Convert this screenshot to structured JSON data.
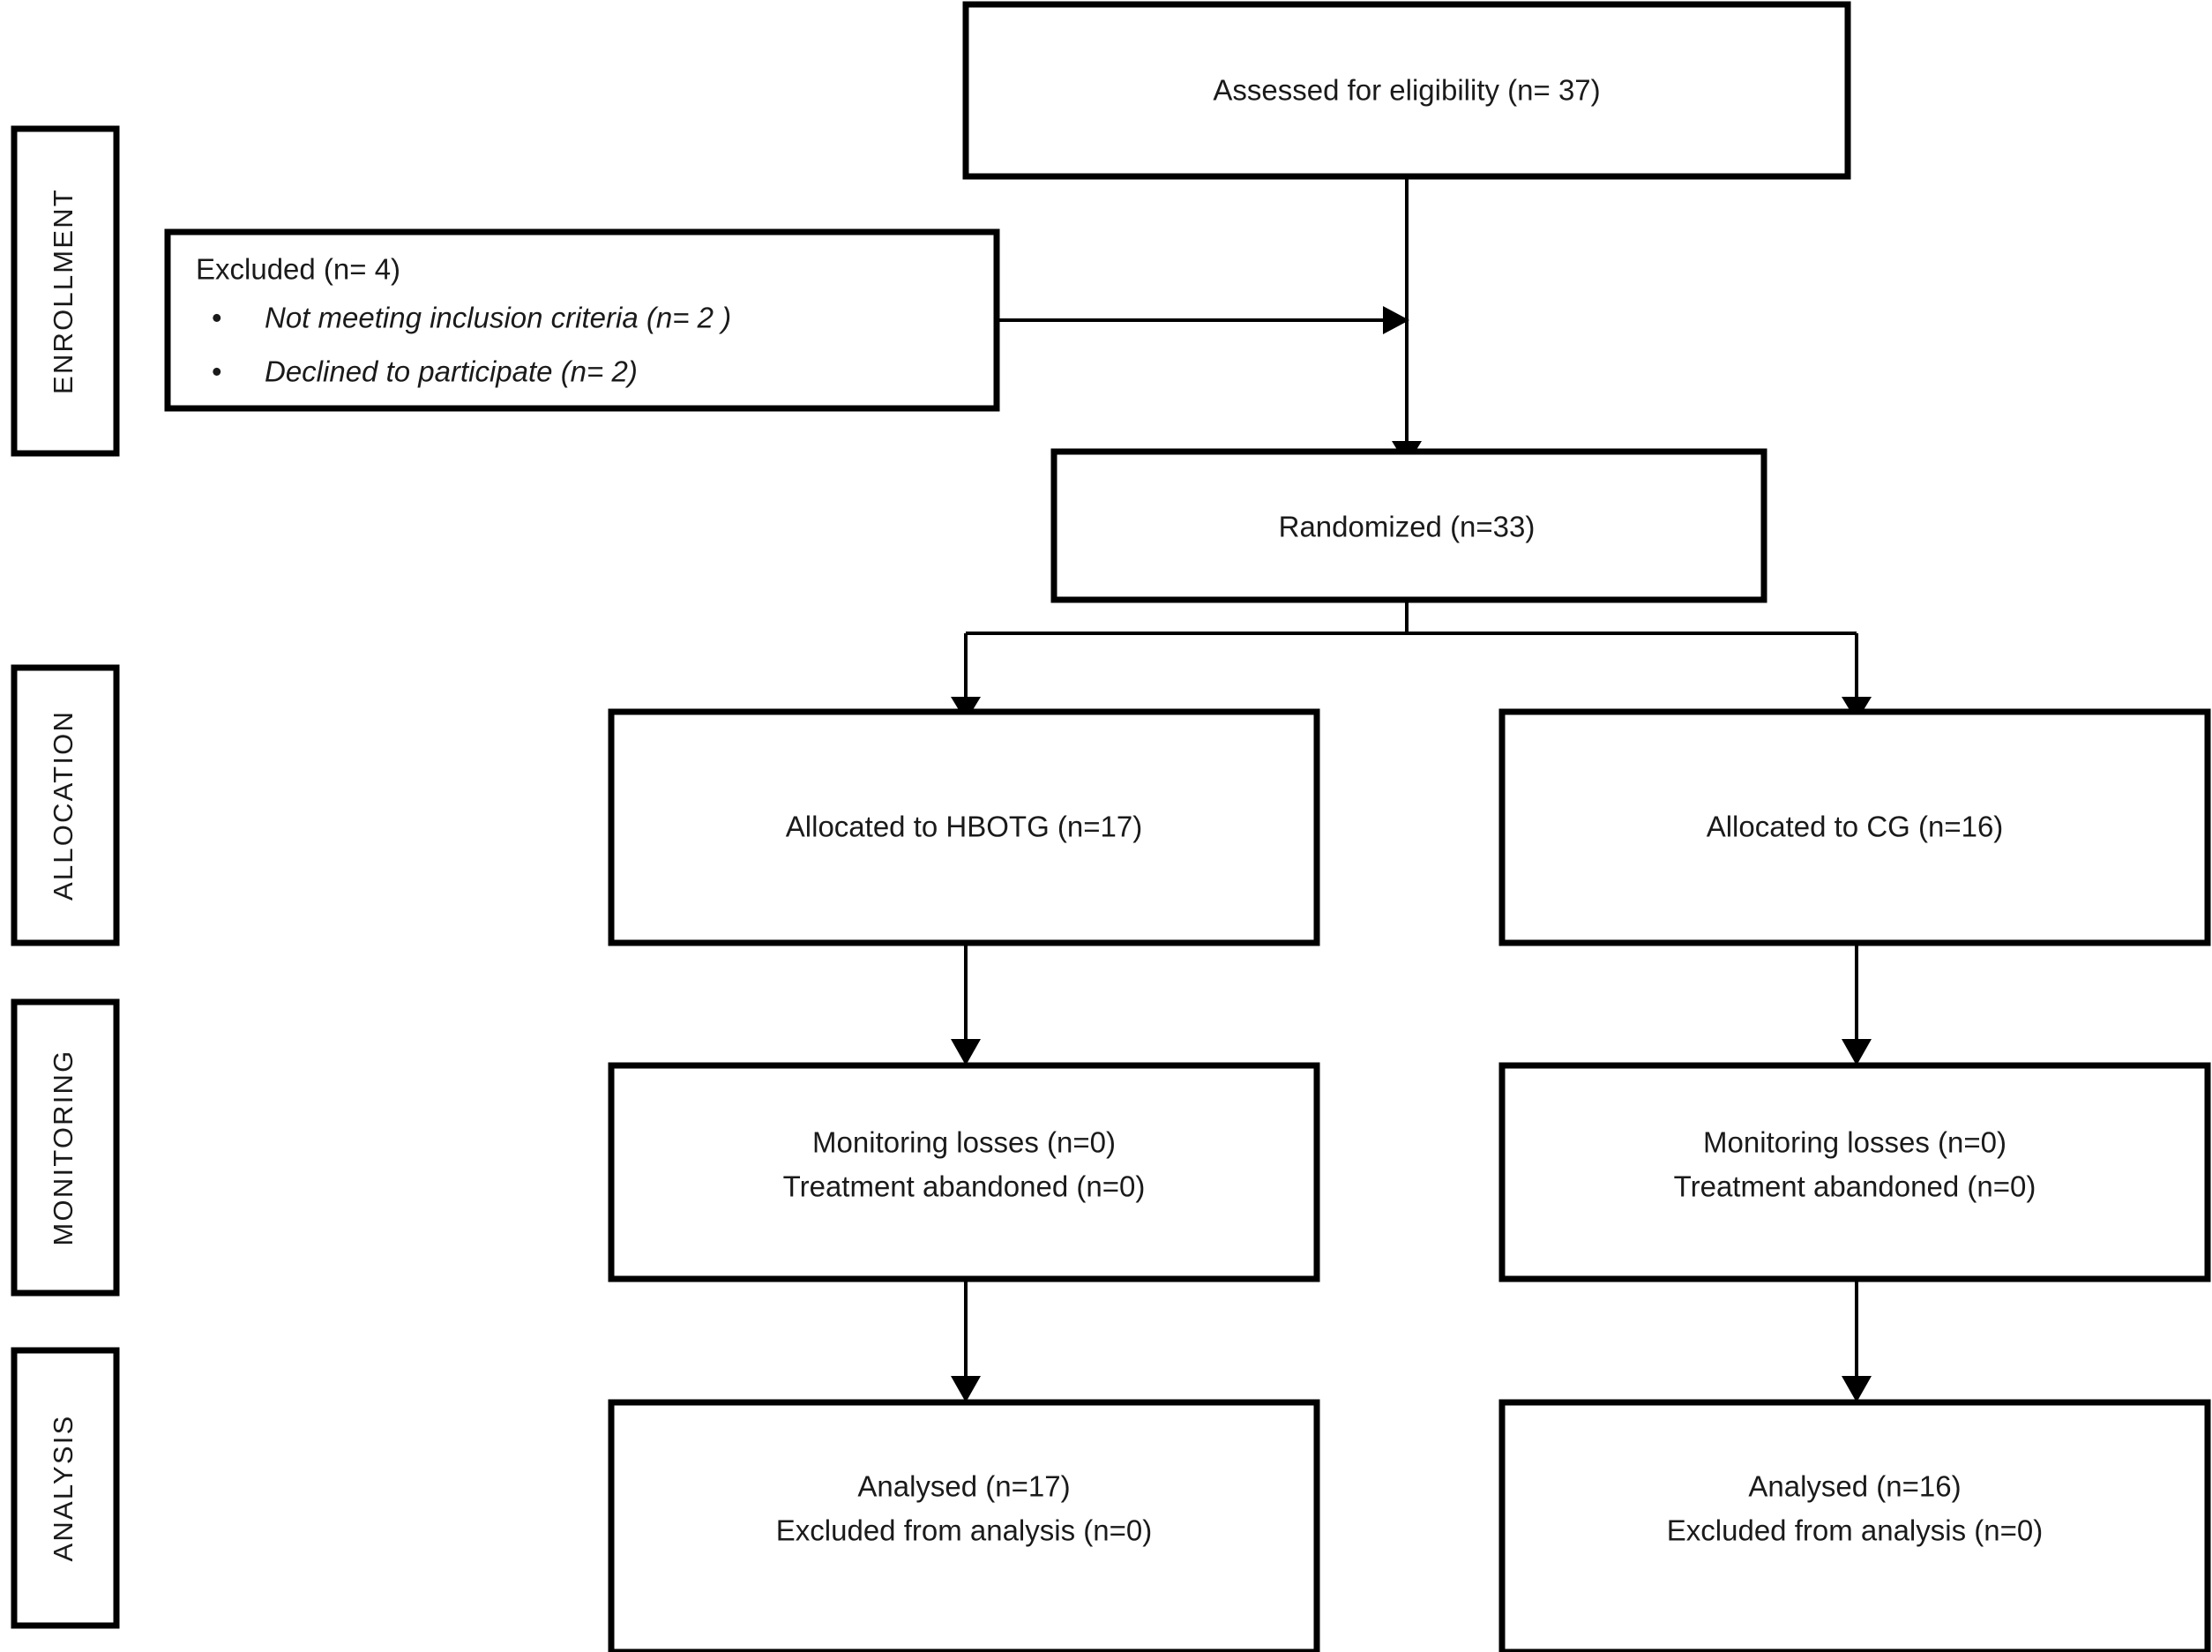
{
  "diagram": {
    "type": "consort-flow-diagram",
    "stage_labels": [
      {
        "id": "enrollment",
        "text": "ENROLLMENT"
      },
      {
        "id": "allocation",
        "text": "ALLOCATION"
      },
      {
        "id": "monitoring",
        "text": "MONITORING"
      },
      {
        "id": "analysis",
        "text": "ANALYSIS"
      }
    ],
    "nodes": {
      "assessed": {
        "line1": "Assessed  for eligibility (n= 37)"
      },
      "excluded": {
        "title": "Excluded   (n= 4)",
        "bullet_marker": "•",
        "bullets": [
          "Not meeting inclusion criteria (n= 2 )",
          "Declined to participate (n= 2)"
        ]
      },
      "randomized": {
        "line1": "Randomized  (n=33)"
      },
      "allocated_left": {
        "line1": "Allocated  to HBOTG (n=17)"
      },
      "allocated_right": {
        "line1": "Allocated  to CG (n=16)"
      },
      "monitoring_left": {
        "line1": "Monitoring losses (n=0)",
        "line2": "Treatment abandoned (n=0)"
      },
      "monitoring_right": {
        "line1": "Monitoring losses (n=0)",
        "line2": "Treatment abandoned (n=0)"
      },
      "analysis_left": {
        "line1": "Analysed (n=17)",
        "line2": "Excluded from analysis (n=0)"
      },
      "analysis_right": {
        "line1": "Analysed (n=16)",
        "line2": "Excluded from analysis (n=0)"
      }
    },
    "colors": {
      "box_border": "#000000",
      "box_fill": "#ffffff",
      "text": "#1a1a1a",
      "connector": "#000000",
      "background": "#ffffff"
    }
  }
}
